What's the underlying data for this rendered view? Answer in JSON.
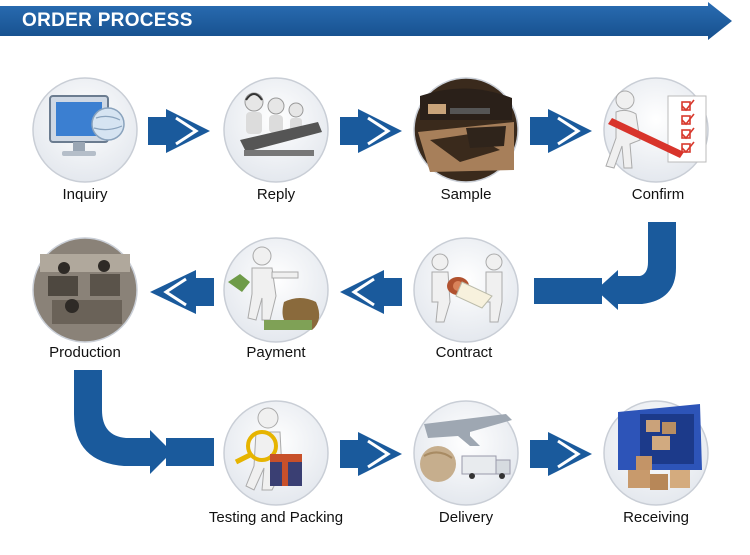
{
  "header": {
    "title": "ORDER PROCESS"
  },
  "colors": {
    "accent": "#1a5a9c",
    "accent_dark": "#0f3f75"
  },
  "steps": [
    {
      "label": "Inquiry",
      "icon": "computer-globe-icon"
    },
    {
      "label": "Reply",
      "icon": "call-center-operators-icon"
    },
    {
      "label": "Sample",
      "icon": "sample-workshop-icon"
    },
    {
      "label": "Confirm",
      "icon": "checklist-pen-icon"
    },
    {
      "label": "Contract",
      "icon": "handshake-seal-icon"
    },
    {
      "label": "Payment",
      "icon": "money-bag-icon"
    },
    {
      "label": "Production",
      "icon": "factory-workers-icon"
    },
    {
      "label": "Testing and Packing",
      "icon": "magnifier-box-icon"
    },
    {
      "label": "Delivery",
      "icon": "plane-truck-icon"
    },
    {
      "label": "Receiving",
      "icon": "container-boxes-icon"
    }
  ]
}
